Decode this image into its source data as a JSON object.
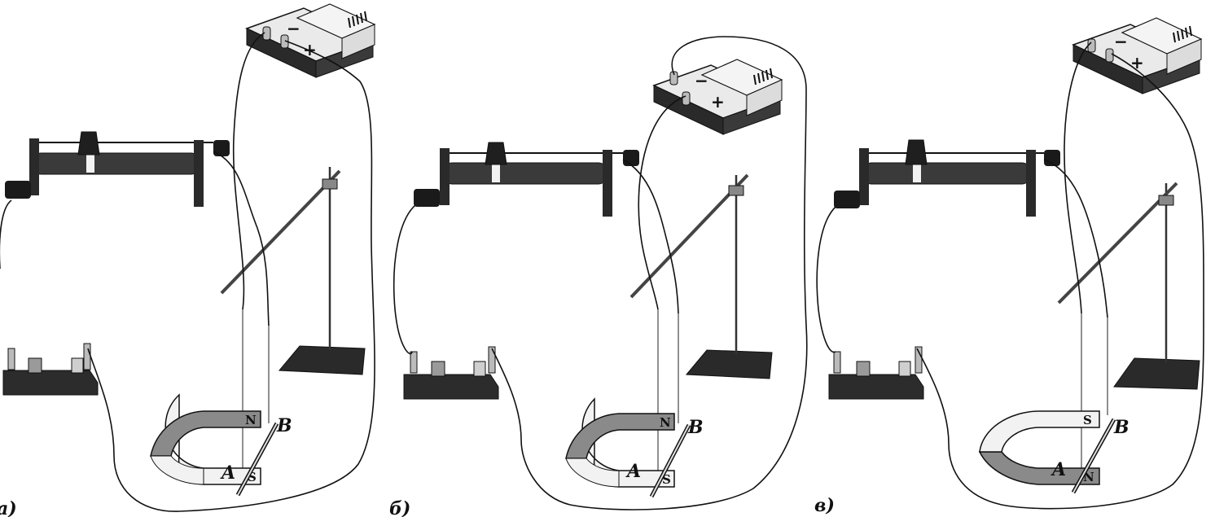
{
  "panels": [
    {
      "id": "a",
      "caption": "а)",
      "pole_top": "N",
      "pole_bottom": "S",
      "point_a": "A",
      "point_b": "B",
      "battery_minus": "−",
      "battery_plus": "+",
      "colors": {
        "top_arm": "#8a8a8a",
        "bottom_arm": "#f2f2f2"
      }
    },
    {
      "id": "b",
      "caption": "б)",
      "pole_top": "N",
      "pole_bottom": "S",
      "point_a": "A",
      "point_b": "B",
      "battery_minus": "−",
      "battery_plus": "+",
      "colors": {
        "top_arm": "#8a8a8a",
        "bottom_arm": "#f2f2f2"
      }
    },
    {
      "id": "v",
      "caption": "в)",
      "pole_top": "S",
      "pole_bottom": "N",
      "point_a": "A",
      "point_b": "B",
      "battery_minus": "−",
      "battery_plus": "+",
      "colors": {
        "top_arm": "#f2f2f2",
        "bottom_arm": "#8a8a8a"
      }
    }
  ]
}
